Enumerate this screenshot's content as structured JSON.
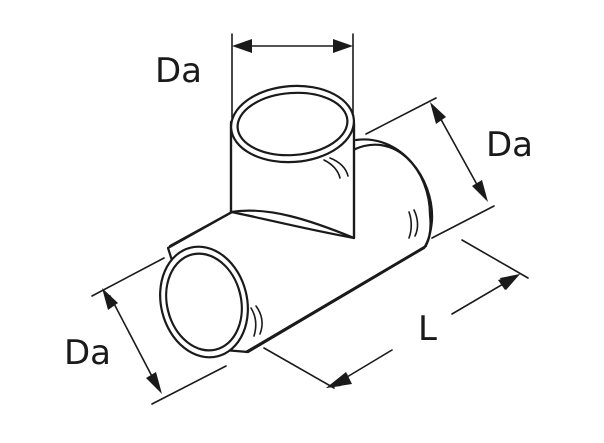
{
  "labels": {
    "top_diameter": "Da",
    "right_diameter": "Da",
    "left_diameter": "Da",
    "length": "L"
  },
  "colors": {
    "line": "#1a1a1a",
    "background": "#ffffff"
  }
}
